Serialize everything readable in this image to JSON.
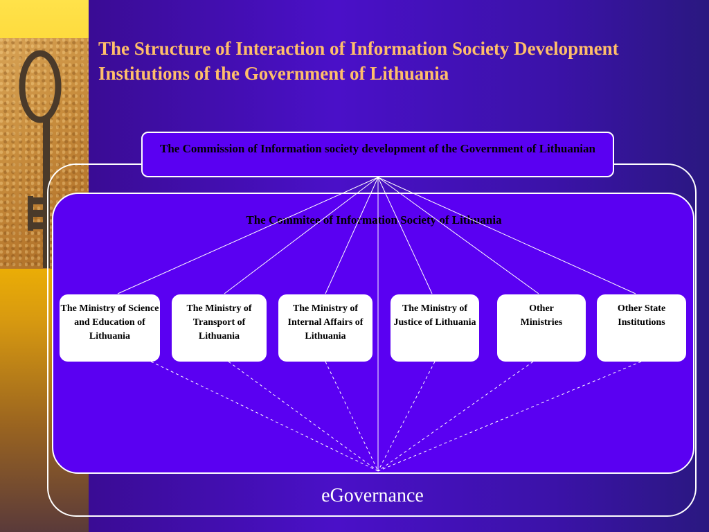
{
  "title": "The Structure of Interaction of Information Society Development Institutions of the Government of Lithuania",
  "commission": "The Commission of Information society development of the Government of Lithuanian",
  "committee": "The Commitee of Information Society of Lithuania",
  "nodes": [
    {
      "label": "The Ministry of Science and Education of Lithuania"
    },
    {
      "label": "The Ministry of Transport of Lithuania"
    },
    {
      "label": "The Ministry of Internal Affairs of Lithuania"
    },
    {
      "label": "The Ministry of Justice of Lithuania"
    },
    {
      "label": "Other Ministries"
    },
    {
      "label": "Other State Institutions"
    }
  ],
  "egovernance": "eGovernance",
  "colors": {
    "title": "#ffbe6a",
    "panel": "#5a00f2",
    "background": "#3a0c94",
    "strip": "#f5b800"
  }
}
